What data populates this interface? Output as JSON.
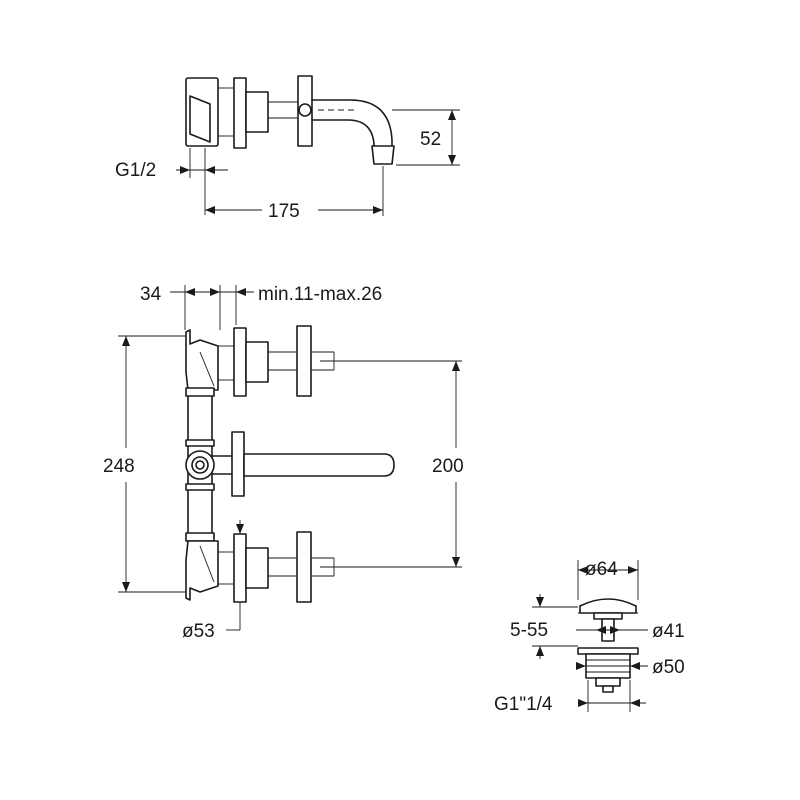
{
  "top_view": {
    "thread_label": "G1/2",
    "spout_height": "52",
    "spout_length": "175"
  },
  "front_view": {
    "depth_label": "34",
    "wall_range_label": "min.11-max.26",
    "total_height": "248",
    "center_distance": "200",
    "rosette_diameter": "ø53"
  },
  "waste_detail": {
    "cap_diameter": "ø64",
    "lift_range": "5-55",
    "body_diameter": "ø41",
    "flange_diameter": "ø50",
    "thread_label": "G1\"1/4"
  }
}
